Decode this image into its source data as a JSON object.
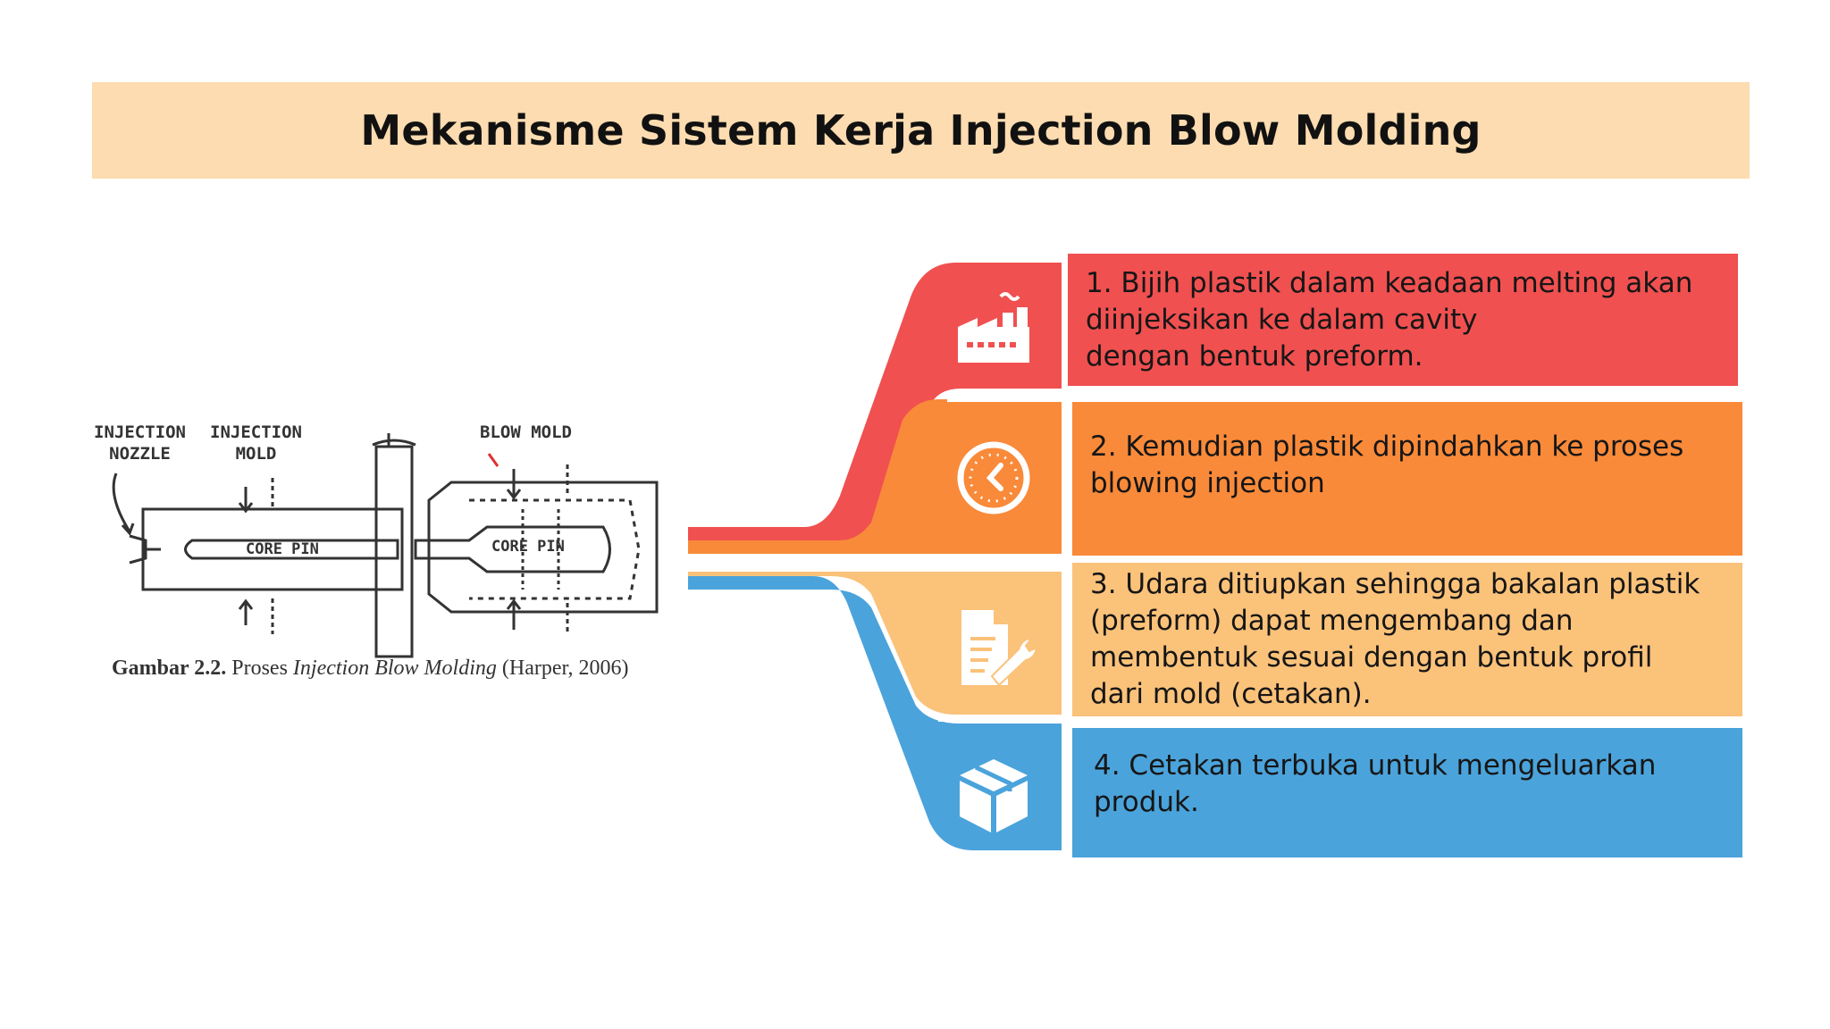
{
  "title": "Mekanisme Sistem Kerja Injection Blow Molding",
  "figure": {
    "labels": {
      "injection_nozzle": "INJECTION\nNOZZLE",
      "injection_mold": "INJECTION\nMOLD",
      "blow_mold": "BLOW MOLD",
      "core_pin_1": "CORE PIN",
      "core_pin_2": "CORE PIN"
    },
    "caption": {
      "prefix": "Gambar 2.2.",
      "text": " Proses ",
      "italic": "Injection Blow Molding",
      "suffix": " (Harper, 2006)"
    }
  },
  "steps": [
    {
      "text": "1. Bijih plastik dalam keadaan melting akan\ndiinjeksikan ke dalam cavity\ndengan bentuk preform.",
      "icon": "factory-icon",
      "color": "#f05050"
    },
    {
      "text": "2. Kemudian plastik dipindahkan ke proses\nblowing injection",
      "icon": "clock-icon",
      "color": "#f98a3a"
    },
    {
      "text": "3. Udara ditiupkan sehingga bakalan plastik\n(preform) dapat mengembang dan\nmembentuk sesuai dengan bentuk profil\ndari mold (cetakan).",
      "icon": "document-wrench-icon",
      "color": "#fbc27a"
    },
    {
      "text": "4. Cetakan terbuka untuk mengeluarkan\nproduk.",
      "icon": "box-icon",
      "color": "#4ba3db"
    }
  ]
}
